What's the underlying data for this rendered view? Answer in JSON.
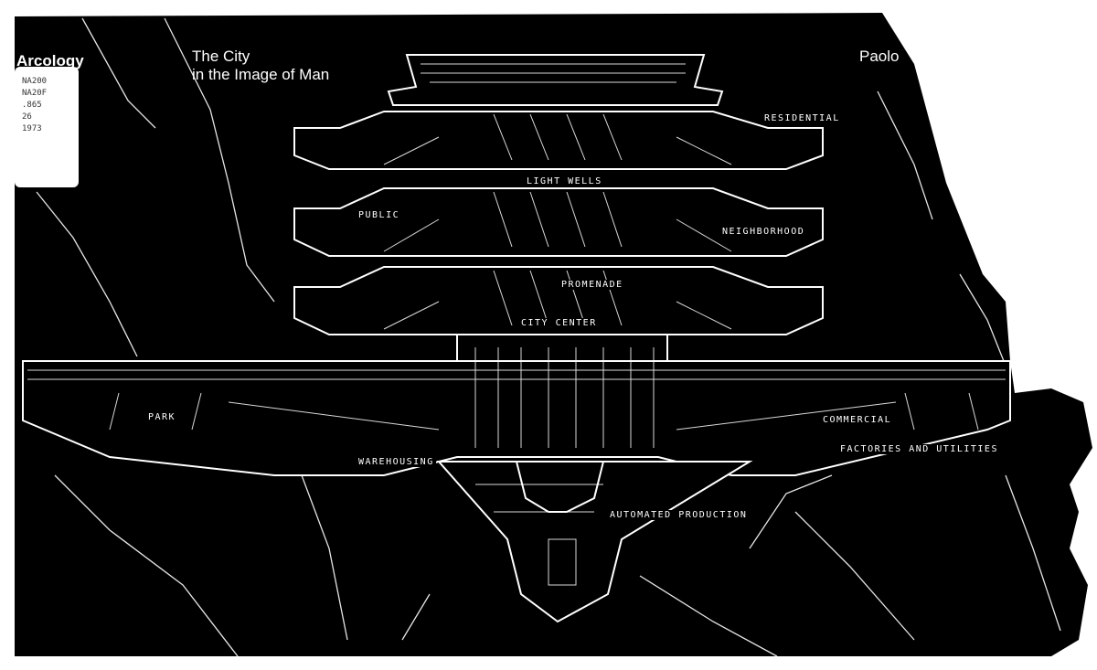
{
  "cover": {
    "title_left": "Arcology",
    "title_main_line1": "The City",
    "title_main_line2": "in the Image of Man",
    "author": "Paolo"
  },
  "library_label": [
    "NA200",
    "NA20F",
    ".865",
    "26",
    "1973"
  ],
  "labels": {
    "residential": "RESIDENTIAL",
    "light_wells": "LIGHT WELLS",
    "public": "PUBLIC",
    "neighborhood": "NEIGHBORHOOD",
    "promenade": "PROMENADE",
    "city_center": "CITY CENTER",
    "park": "PARK",
    "commercial": "COMMERCIAL",
    "factories": "FACTORIES AND UTILITIES",
    "warehousing": "WAREHOUSING",
    "automated": "AUTOMATED PRODUCTION"
  },
  "colors": {
    "background": "#000000",
    "ink": "#ffffff",
    "paper": "#ffffff"
  }
}
